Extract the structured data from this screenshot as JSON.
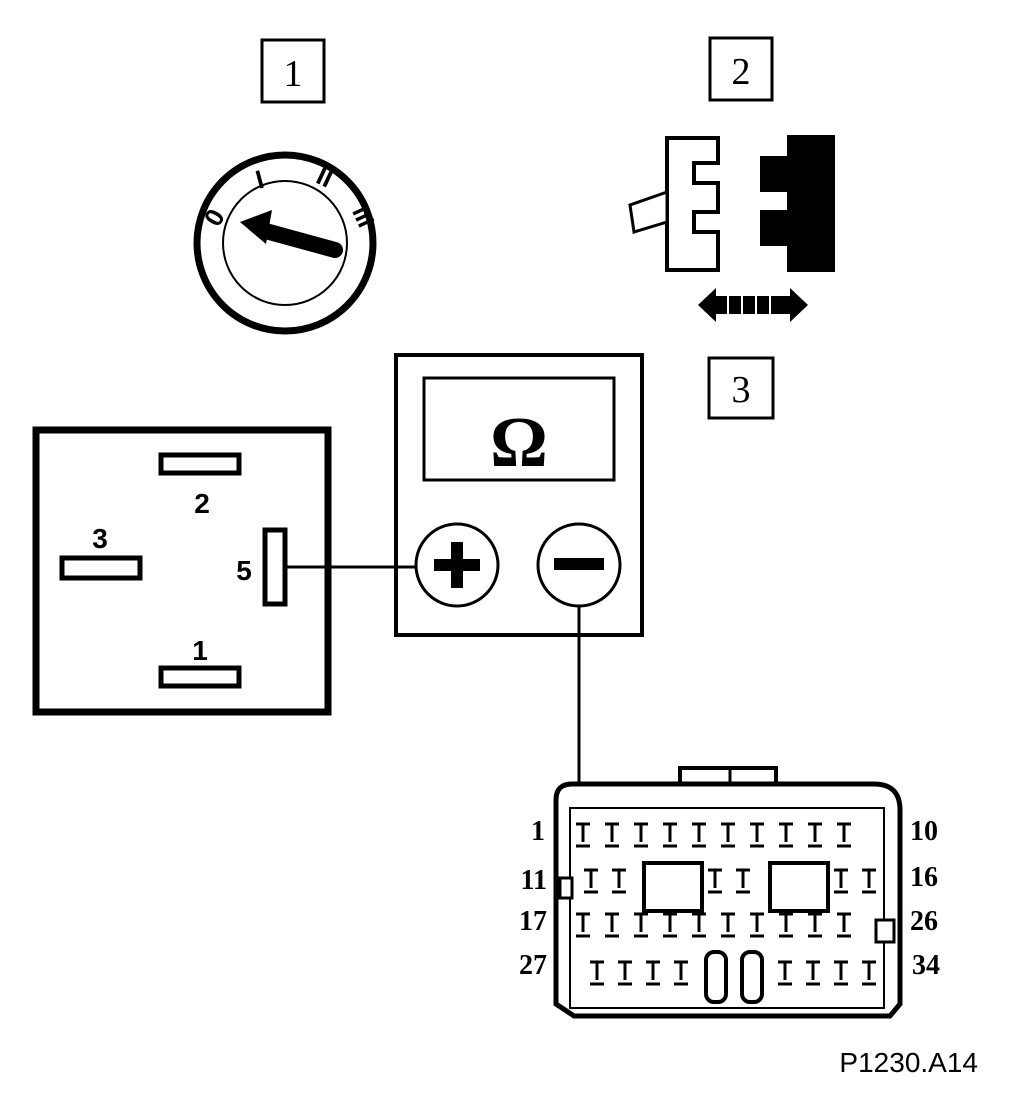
{
  "steps": {
    "one": "1",
    "two": "2",
    "three": "3"
  },
  "ignition_switch": {
    "positions": [
      "0",
      "I",
      "II",
      "III"
    ]
  },
  "relay_socket": {
    "pins": {
      "top": "2",
      "left": "3",
      "right": "5",
      "bottom": "1"
    }
  },
  "ohmmeter": {
    "symbol": "Ω",
    "plus": "+",
    "minus": "−"
  },
  "ecu_connector": {
    "row_labels": {
      "row1_start": "1",
      "row1_end": "10",
      "row2_start": "11",
      "row2_end": "16",
      "row3_start": "17",
      "row3_end": "26",
      "row4_start": "27",
      "row4_end": "34"
    }
  },
  "figure_code": "P1230.A14"
}
